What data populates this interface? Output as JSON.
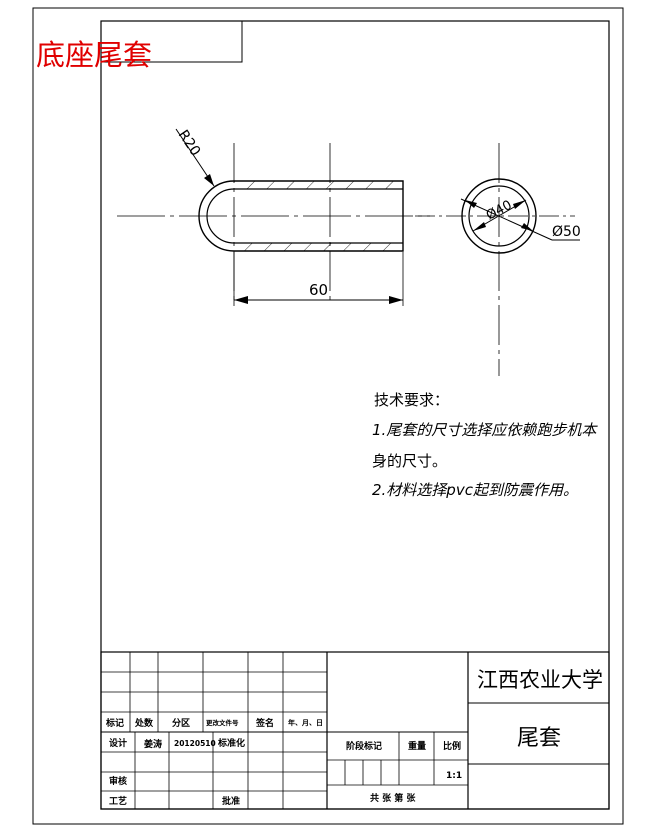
{
  "stamp_title": "底座尾套",
  "dimensions": {
    "radius": "R20",
    "length": "60",
    "inner_diameter": "Ø40",
    "outer_diameter": "Ø50"
  },
  "notes": {
    "heading": "技术要求：",
    "line1": "1.尾套的尺寸选择应依赖跑步机本",
    "line2": "身的尺寸。",
    "line3": "2.材料选择pvc起到防震作用。"
  },
  "title_block": {
    "university": "江西农业大学",
    "part_name": "尾套",
    "headers": {
      "mark": "标记",
      "count": "处数",
      "zone": "分区",
      "change_doc": "更改文件号",
      "signature": "签名",
      "date": "年、月、日"
    },
    "design_label": "设计",
    "designer": "姜涛",
    "design_date": "20120510",
    "standardization": "标准化",
    "review_label": "审核",
    "process_label": "工艺",
    "approve_label": "批准",
    "stage_mark": "阶段标记",
    "weight": "重量",
    "scale_label": "比例",
    "scale_value": "1:1",
    "sheets": "共 张 第 张"
  }
}
